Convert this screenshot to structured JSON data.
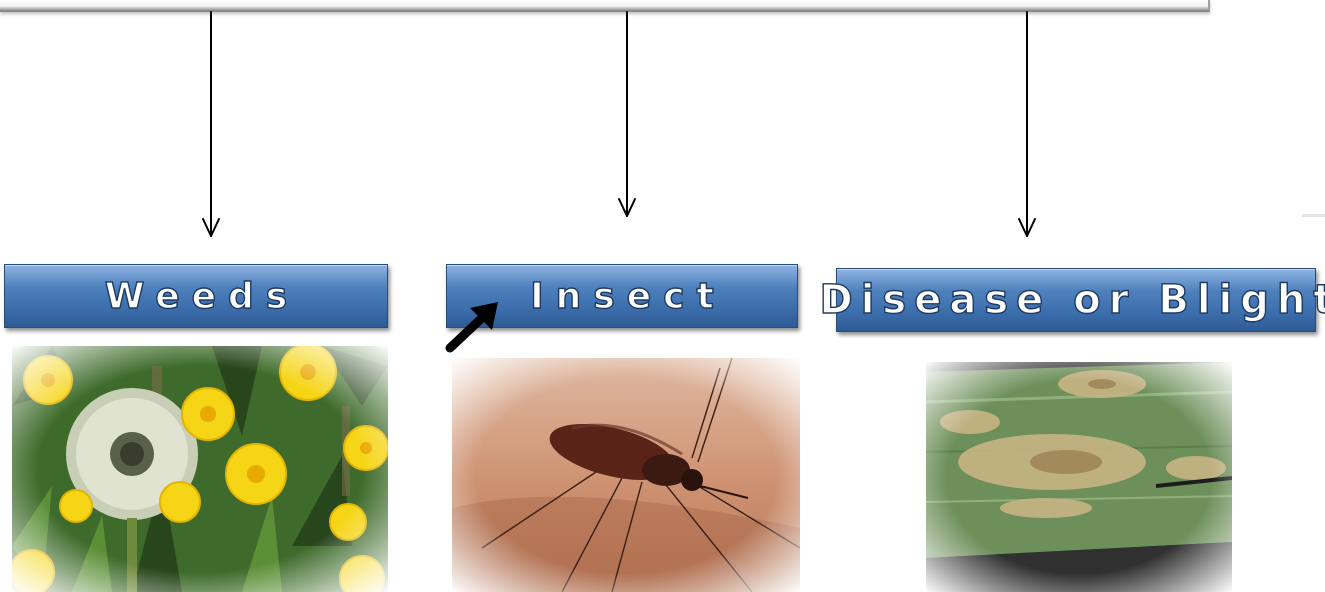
{
  "categories": [
    {
      "id": "weeds",
      "label": "Weeds",
      "image": "dandelion-photo"
    },
    {
      "id": "insect",
      "label": "Insect",
      "image": "mosquito-photo"
    },
    {
      "id": "disease",
      "label": "Disease or Blight",
      "image": "leaf-blight-photo"
    }
  ],
  "colors": {
    "box_fill": "#4f81bd",
    "box_border": "#2c4d75",
    "label_text": "#ffffff",
    "connector": "#000000"
  },
  "icons": {
    "pointer": "black-diagonal-arrow-icon",
    "connector_head": "arrowhead-down-icon"
  }
}
